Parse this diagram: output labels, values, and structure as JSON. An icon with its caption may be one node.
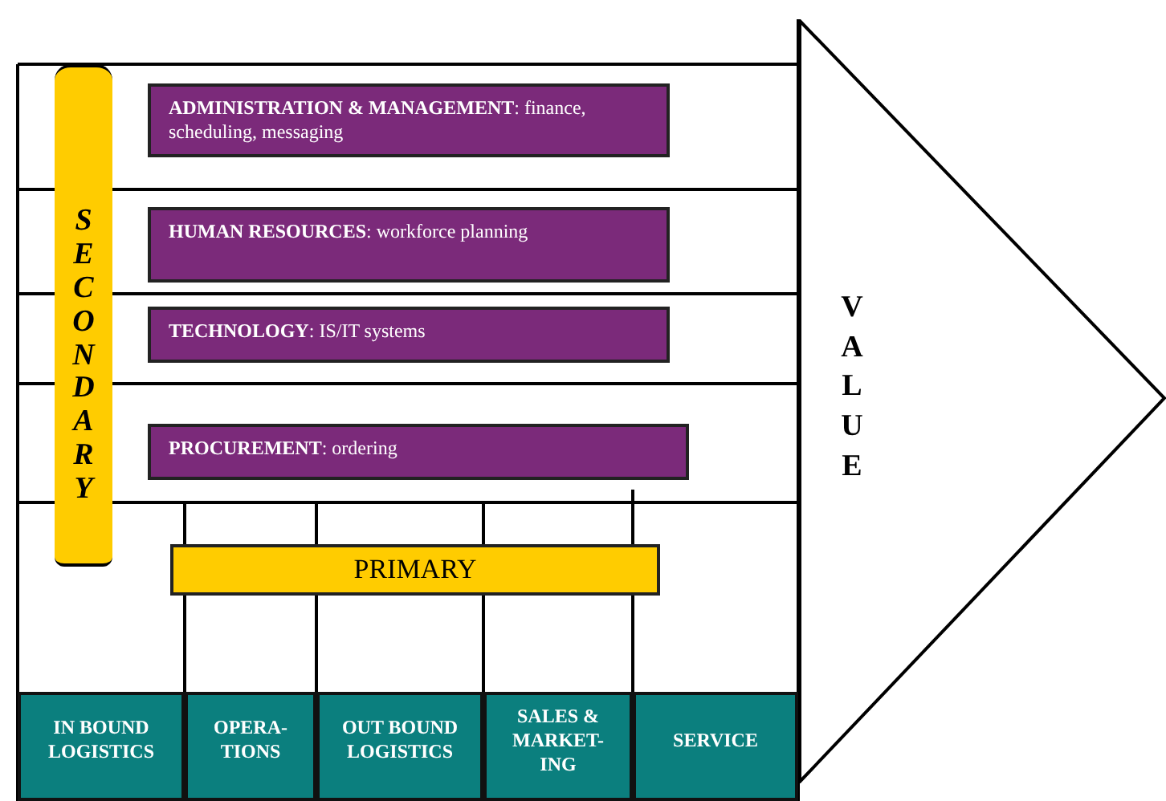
{
  "diagram": {
    "nodes": [
      {
        "text": [
          "SECONDARY"
        ]
      },
      {
        "text": [
          "**ADMINISTRATION & MANAGEMENT**: finance, scheduling, messaging"
        ]
      },
      {
        "text": [
          "**HUMAN RESOURCES**: workforce planning"
        ]
      },
      {
        "text": [
          "**TECHNOLOGY**: IS/IT systems"
        ]
      },
      {
        "text": [
          "**PROCUREMENT**: ordering"
        ]
      },
      {
        "text": [
          "PRIMARY"
        ]
      },
      {
        "text": [
          "IN BOUND LOGISTICS"
        ]
      },
      {
        "text": [
          "OPERA- TIONS"
        ]
      },
      {
        "text": [
          "OUT BOUND LOGISTICS"
        ]
      },
      {
        "text": [
          "SALES & MARKET- ING"
        ]
      },
      {
        "text": [
          "SERVICE"
        ]
      },
      {
        "text": [
          "VALUE"
        ]
      }
    ],
    "edges": []
  }
}
